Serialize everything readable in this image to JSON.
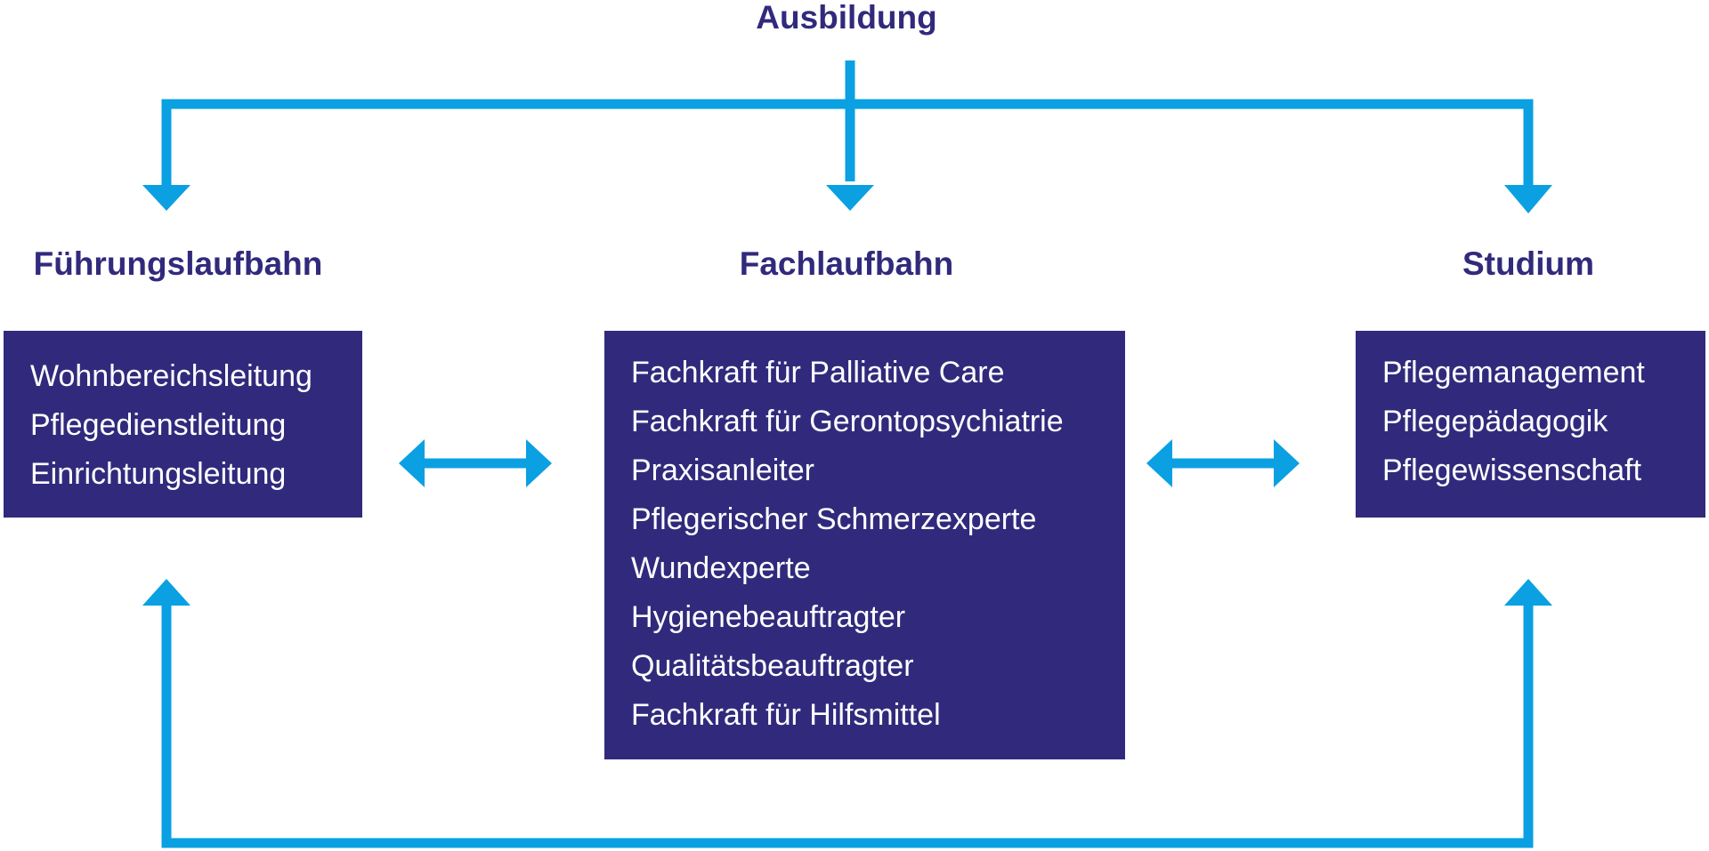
{
  "diagram": {
    "top_node": {
      "label": "Ausbildung"
    },
    "columns": [
      {
        "key": "leadership",
        "heading": "Führungslaufbahn",
        "items": [
          "Wohnbereichsleitung",
          "Pflegedienstleitung",
          "Einrichtungsleitung"
        ]
      },
      {
        "key": "specialist",
        "heading": "Fachlaufbahn",
        "items": [
          "Fachkraft für Palliative Care",
          "Fachkraft für Gerontopsychiatrie",
          "Praxisanleiter",
          "Pflegerischer Schmerzexperte",
          "Wundexperte",
          "Hygienebeauftragter",
          "Qualitätsbeauftragter",
          "Fachkraft für Hilfsmittel"
        ]
      },
      {
        "key": "study",
        "heading": "Studium",
        "items": [
          "Pflegemanagement",
          "Pflegepädagogik",
          "Pflegewissenschaft"
        ]
      }
    ],
    "colors": {
      "connector": "#0aa0e2",
      "box": "#312a7c",
      "heading": "#312a7c",
      "box_text": "#ffffff"
    }
  }
}
